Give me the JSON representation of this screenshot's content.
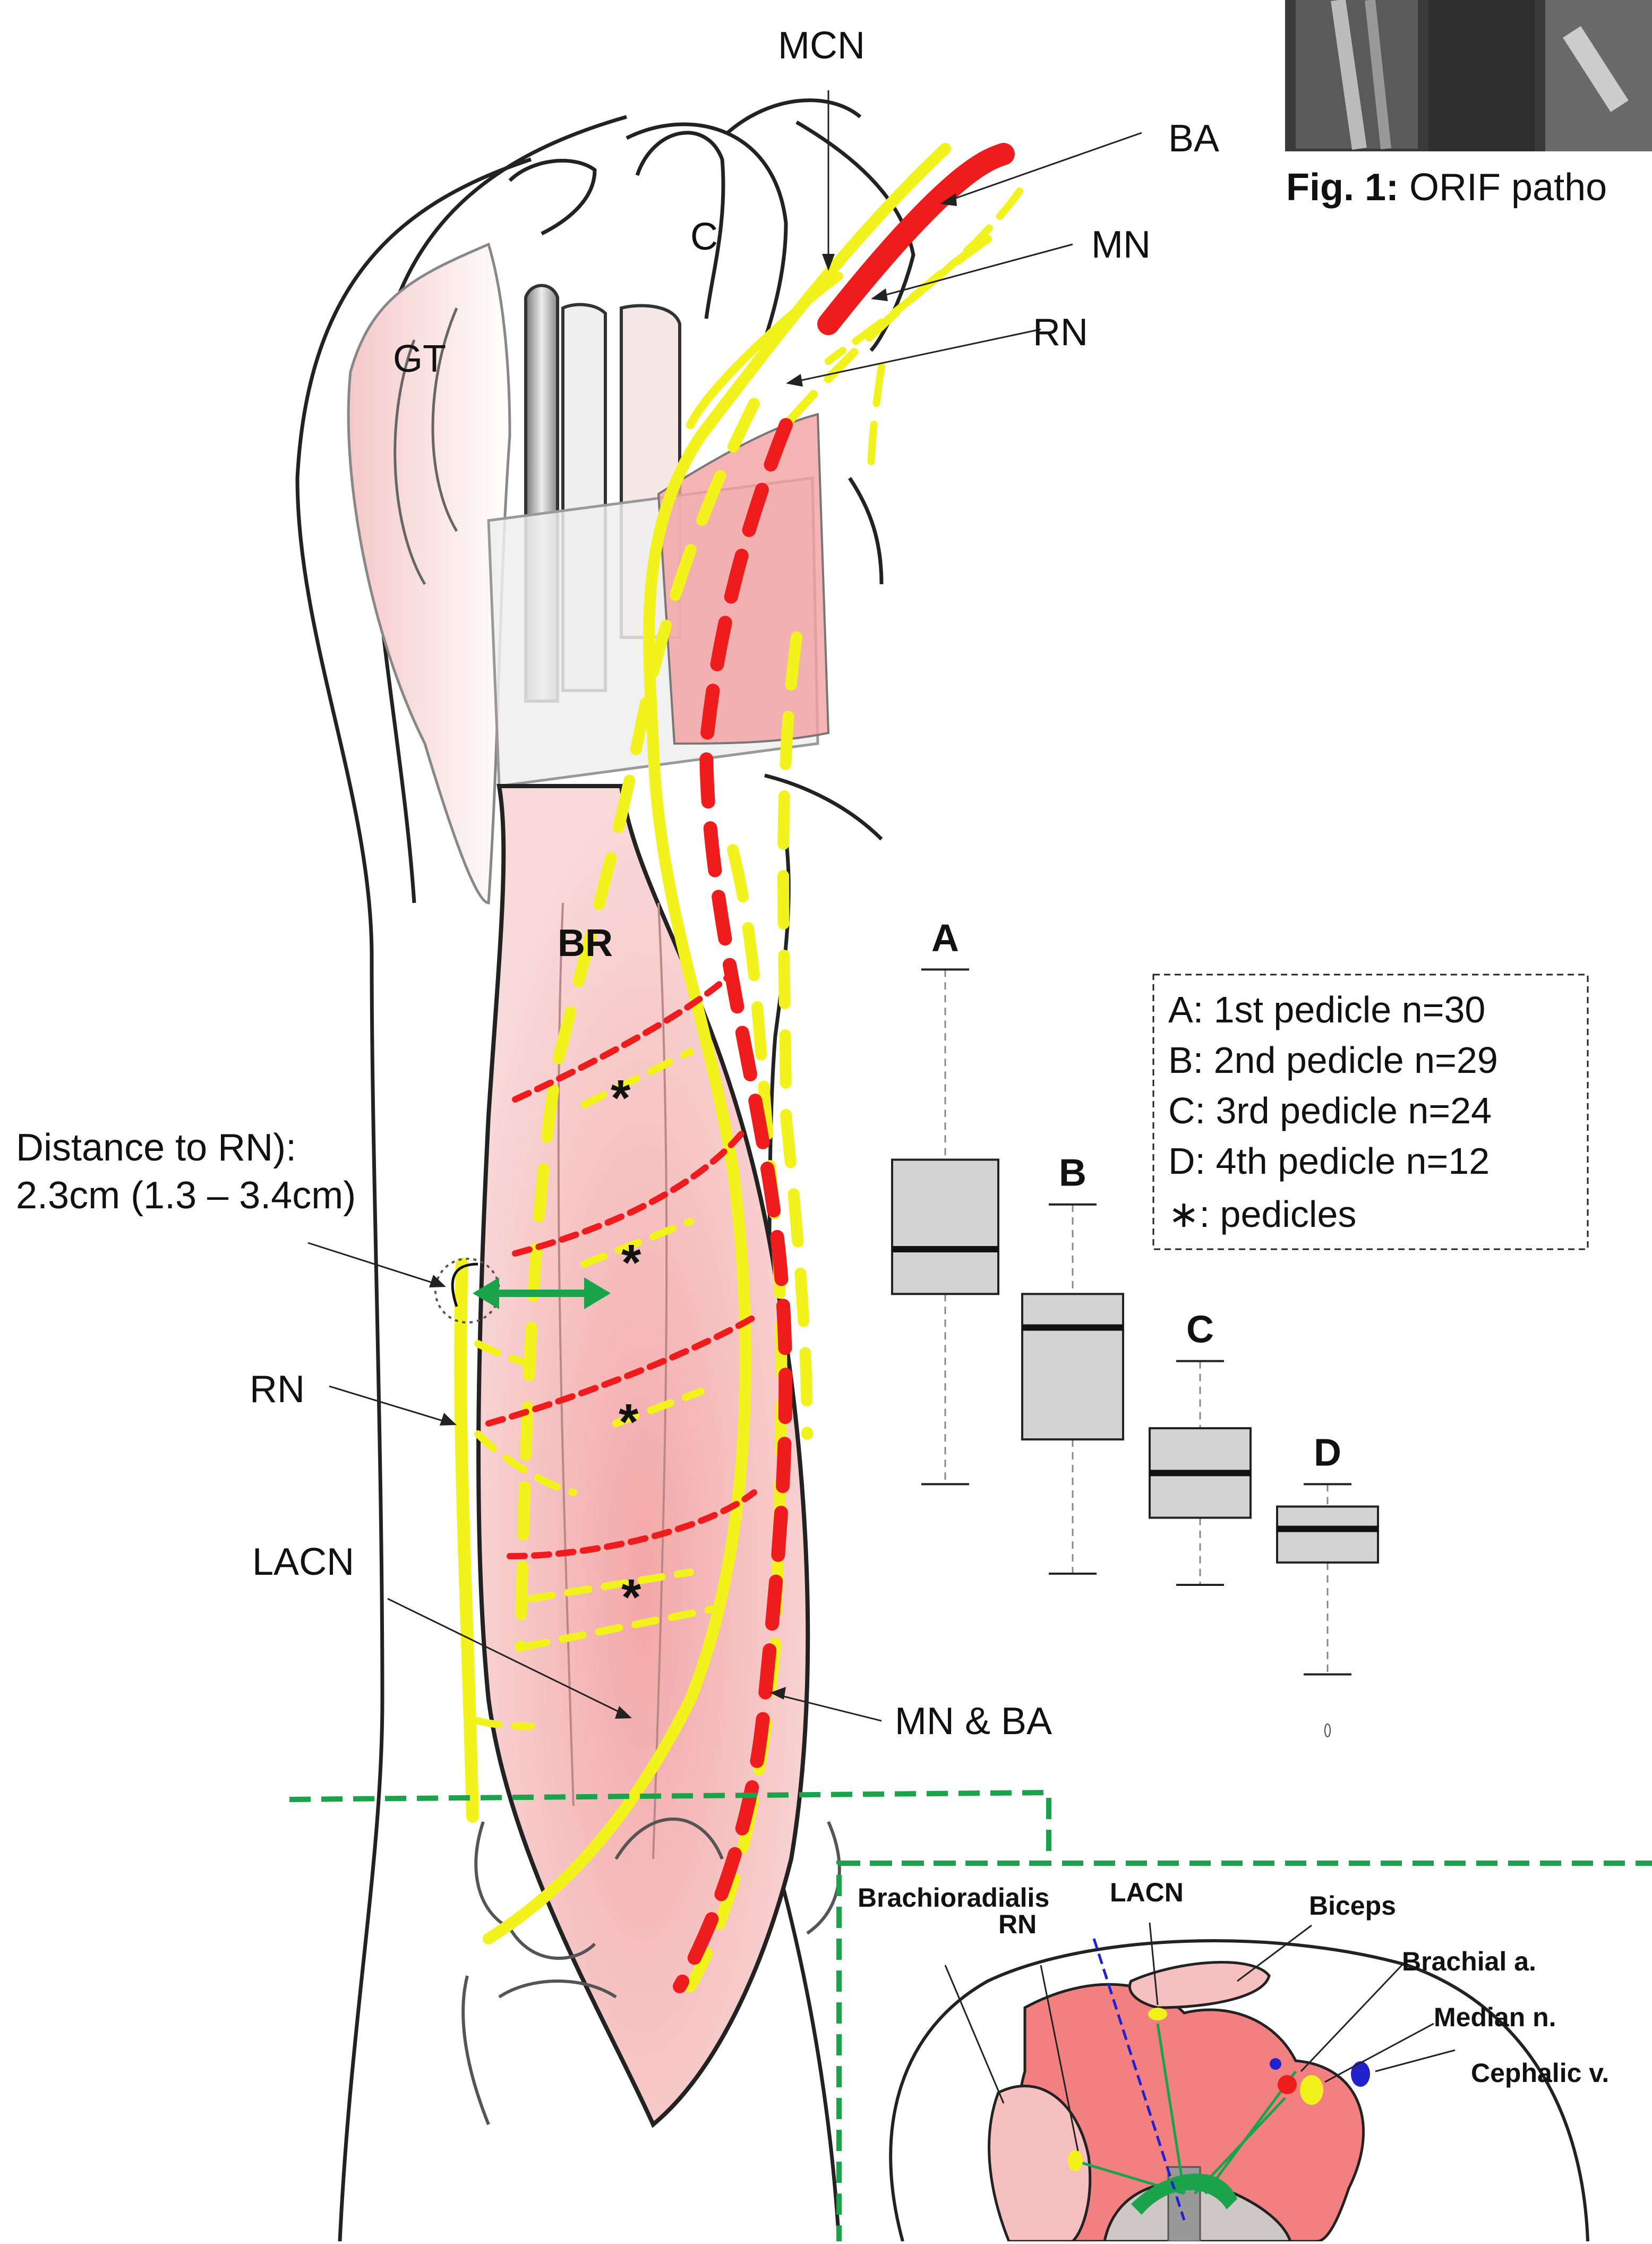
{
  "labels": {
    "mcn": "MCN",
    "ba": "BA",
    "c": "C",
    "mn": "MN",
    "rn_top": "RN",
    "gt": "GT",
    "br": "BR",
    "distance_line1": "Distance to RN):",
    "distance_line2": "2.3cm (1.3 – 3.4cm)",
    "rn_left": "RN",
    "lacn": "LACN",
    "mn_ba": "MN & BA"
  },
  "caption": {
    "prefix": "Fig. 1:",
    "text": "ORIF patho"
  },
  "legend": {
    "a": "A: 1st pedicle n=30",
    "b": "B: 2nd pedicle n=29",
    "c": "C: 3rd pedicle n=24",
    "d": "D: 4th pedicle n=12",
    "star": "∗: pedicles"
  },
  "chart_data": {
    "type": "box",
    "categories": [
      "A",
      "B",
      "C",
      "D"
    ],
    "series": [
      {
        "name": "A",
        "whisker_low": 0.9,
        "q1": 2.6,
        "median": 3.0,
        "q3": 3.8,
        "whisker_high": 5.5
      },
      {
        "name": "B",
        "whisker_low": 0.1,
        "q1": 1.3,
        "median": 2.3,
        "q3": 2.6,
        "whisker_high": 3.4
      },
      {
        "name": "C",
        "whisker_low": 0.0,
        "q1": 0.6,
        "median": 1.0,
        "q3": 1.4,
        "whisker_high": 2.0
      },
      {
        "name": "D",
        "whisker_low": -0.8,
        "q1": 0.2,
        "median": 0.5,
        "q3": 0.7,
        "whisker_high": 0.9,
        "outlier": -1.3
      }
    ],
    "ylim": [
      -1.5,
      6.0
    ]
  },
  "inset_labels": {
    "brachioradialis": "Brachioradialis",
    "rn": "RN",
    "lacn": "LACN",
    "biceps": "Biceps",
    "brachial_a": "Brachial a.",
    "median_n": "Median n.",
    "cephalic_v": "Cephalic v."
  },
  "colors": {
    "nerve": "#f2f21c",
    "artery": "#ee1c1c",
    "muscle": "#f5c2c2",
    "connector": "#1aa34a",
    "box_fill": "#d3d3d3"
  },
  "icons": [
    "star-icon"
  ]
}
